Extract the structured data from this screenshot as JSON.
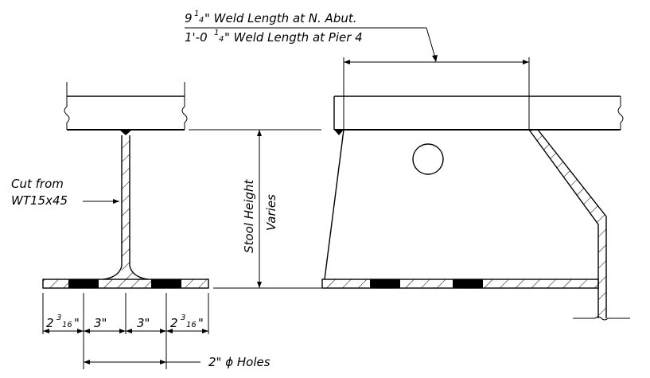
{
  "notes": {
    "weld_line1_a": "9",
    "weld_line1_frac": "1",
    "weld_line1_den": "4",
    "weld_line1_b": "\" Weld Length at N. Abut.",
    "weld_line2_a": "1'-0",
    "weld_line2_frac": "1",
    "weld_line2_den": "4",
    "weld_line2_b": "\" Weld Length at Pier 4",
    "cut_from_line1": "Cut from",
    "cut_from_line2": "WT15x45",
    "stool_height_line1": "Stool Height",
    "stool_height_line2": "Varies",
    "holes_note": "2\" ϕ Holes"
  },
  "dimensions": {
    "d1_whole": "2",
    "d1_num": "3",
    "d1_den": "16",
    "d1_unit": "\"",
    "d2": "3\"",
    "d3": "3\"",
    "d4_whole": "2",
    "d4_num": "3",
    "d4_den": "16",
    "d4_unit": "\""
  }
}
